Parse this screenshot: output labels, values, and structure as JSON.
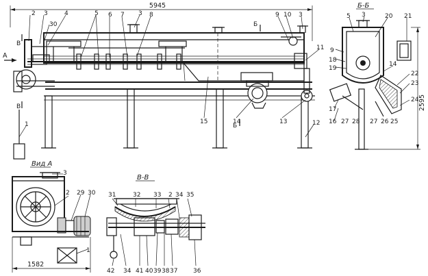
{
  "dimensions": {
    "overall_length": "5945",
    "height": "2595",
    "base_width": "1582"
  },
  "section_labels": {
    "view_a": "Вид А",
    "section_bb": "Б-Б",
    "section_vv": "В-В",
    "arrow_a": "А",
    "cut_b_top": "Б",
    "cut_b_bottom": "Б",
    "cut_v_top": "В",
    "cut_v_bottom": "В"
  },
  "main_view_labels": [
    "2",
    "3",
    "4",
    "30",
    "5",
    "6",
    "7",
    "3",
    "8",
    "9",
    "10",
    "3",
    "11",
    "15",
    "14",
    "13",
    "12",
    "1"
  ],
  "section_bb_labels": [
    "5",
    "3",
    "20",
    "21",
    "9",
    "18",
    "19",
    "14",
    "22",
    "23",
    "24",
    "17",
    "16",
    "27",
    "28",
    "27",
    "26",
    "25"
  ],
  "view_a_labels": [
    "3",
    "2",
    "29",
    "30",
    "1"
  ],
  "section_vv_labels": [
    "31",
    "32",
    "33",
    "2",
    "34",
    "35",
    "42",
    "34",
    "41",
    "40",
    "39",
    "38",
    "37",
    "36"
  ]
}
